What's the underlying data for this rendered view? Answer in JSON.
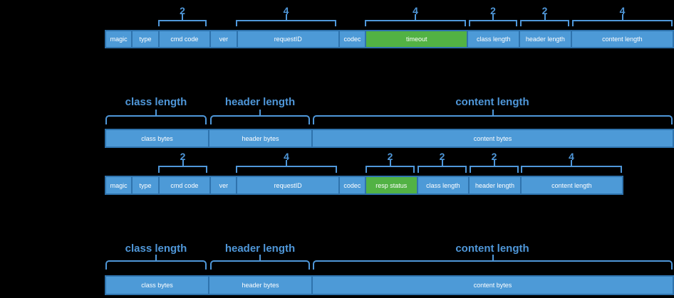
{
  "colors": {
    "background": "#000000",
    "field_blue": "#4d9ad7",
    "field_border_blue": "#2f73ad",
    "highlight_green": "#52b244",
    "annotation_blue": "#4f97d9",
    "field_text": "#ffffff"
  },
  "request_header": {
    "markers": [
      "2",
      "4",
      "4",
      "2",
      "2",
      "4"
    ],
    "fields": [
      "magic",
      "type",
      "cmd code",
      "ver",
      "requestID",
      "codec",
      "timeout",
      "class length",
      "header length",
      "content length"
    ]
  },
  "request_body": {
    "labels": [
      "class length",
      "header length",
      "content length"
    ],
    "fields": [
      "class bytes",
      "header bytes",
      "content bytes"
    ]
  },
  "response_header": {
    "markers": [
      "2",
      "4",
      "2",
      "2",
      "2",
      "4"
    ],
    "fields": [
      "magic",
      "type",
      "cmd code",
      "ver",
      "requestID",
      "codec",
      "resp status",
      "class length",
      "header length",
      "content length"
    ]
  },
  "response_body": {
    "labels": [
      "class length",
      "header length",
      "content length"
    ],
    "fields": [
      "class bytes",
      "header bytes",
      "content bytes"
    ]
  }
}
